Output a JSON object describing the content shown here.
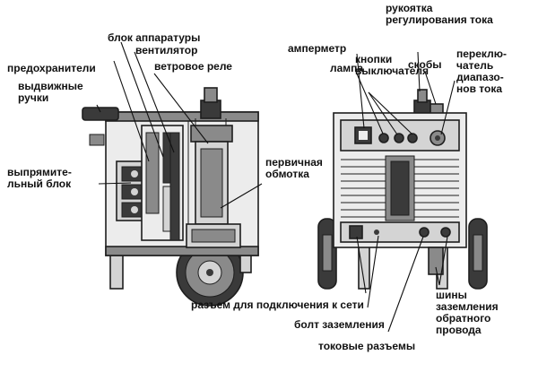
{
  "labels": {
    "block_apparatury": "блок аппаратуры",
    "ventilyator": "вентилятор",
    "predokhraniteli": "предохранители",
    "vetrovoe_rele": "ветровое реле",
    "vydvizhnye_ruchki": "выдвижные\nручки",
    "vypryamitelny_blok": "выпрямите-\nльный блок",
    "pervichnaya_obmotka": "первичная\nобмотка",
    "ampermetr": "амперметр",
    "rukoyatka": "рукоятка\nрегулирования тока",
    "lampa": "лампа",
    "knopki": "кнопки\nвыключателя",
    "skoby": "скобы",
    "pereklyuchatel": "переклю-\nчатель\nдиапазо-\nнов тока",
    "razem_seti": "разъем для подключения к сети",
    "bolt_zazemleniya": "болт заземления",
    "tokovye_razemy": "токовые разъемы",
    "shiny_zazemleniya": "шины\nзаземления\nобратного\nпровода"
  },
  "colors": {
    "ink": "#111111",
    "metal_dark": "#3a3a3a",
    "metal_mid": "#8a8a8a",
    "metal_light": "#d4d4d4"
  }
}
